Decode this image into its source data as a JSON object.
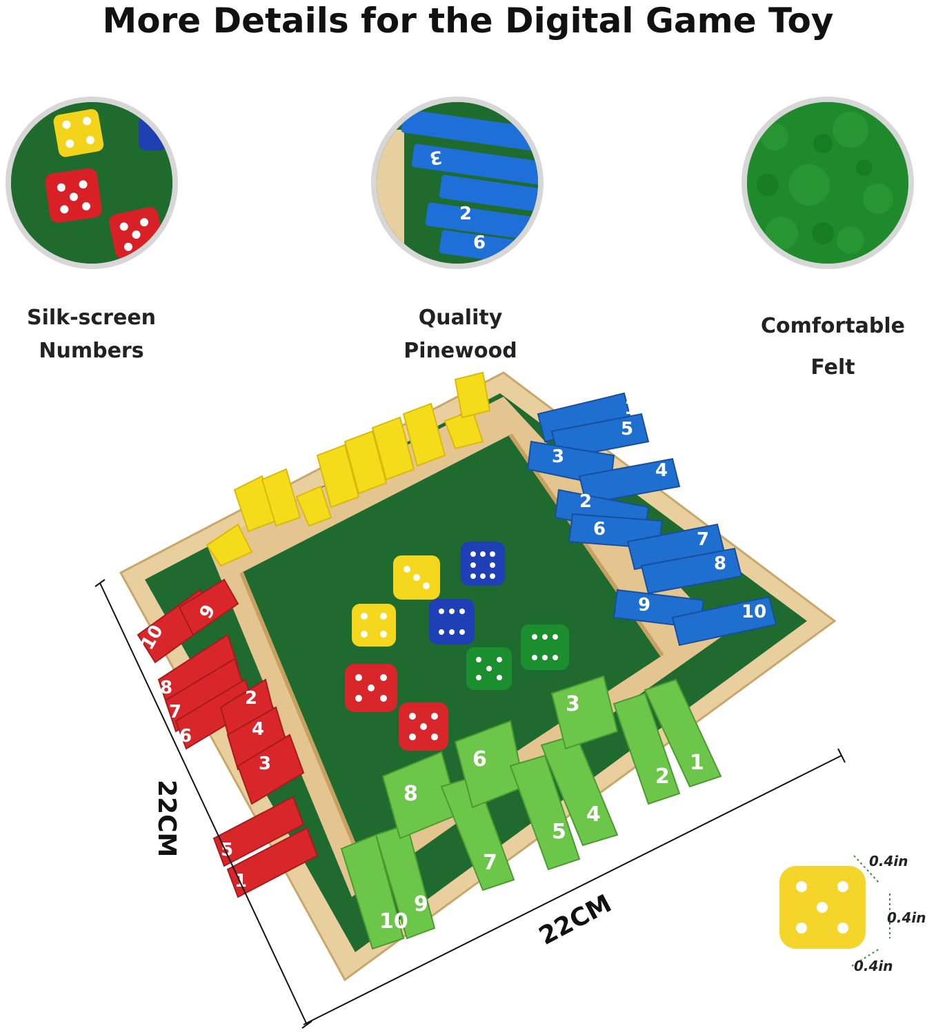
{
  "title": "More Details for the Digital Game Toy",
  "features": [
    {
      "line1": "Silk-screen",
      "line2": "Numbers"
    },
    {
      "line1": "Quality",
      "line2": "Pinewood"
    },
    {
      "line1": "Comfortable",
      "line2": "Felt"
    }
  ],
  "dimensions": {
    "side_left": "22CM",
    "side_bottom": "22CM"
  },
  "dice_size": {
    "a": "0.4in",
    "b": "0.4in",
    "c": "0.4in"
  },
  "tiles": {
    "red": [
      "10",
      "9",
      "8",
      "7",
      "6",
      "5",
      "4",
      "3",
      "2",
      "1"
    ],
    "green": [
      "3",
      "6",
      "8",
      "2",
      "1",
      "4",
      "5",
      "7",
      "9",
      "10"
    ],
    "blue": [
      "1",
      "5",
      "3",
      "4",
      "2",
      "6",
      "7",
      "8",
      "9",
      "10"
    ]
  },
  "colors": {
    "felt": "#1f6b2f",
    "wood": "#e8cfa0",
    "red": "#d9262a",
    "blue": "#1f6fd0",
    "yellow": "#f5dc1a",
    "green": "#6cc64a"
  }
}
